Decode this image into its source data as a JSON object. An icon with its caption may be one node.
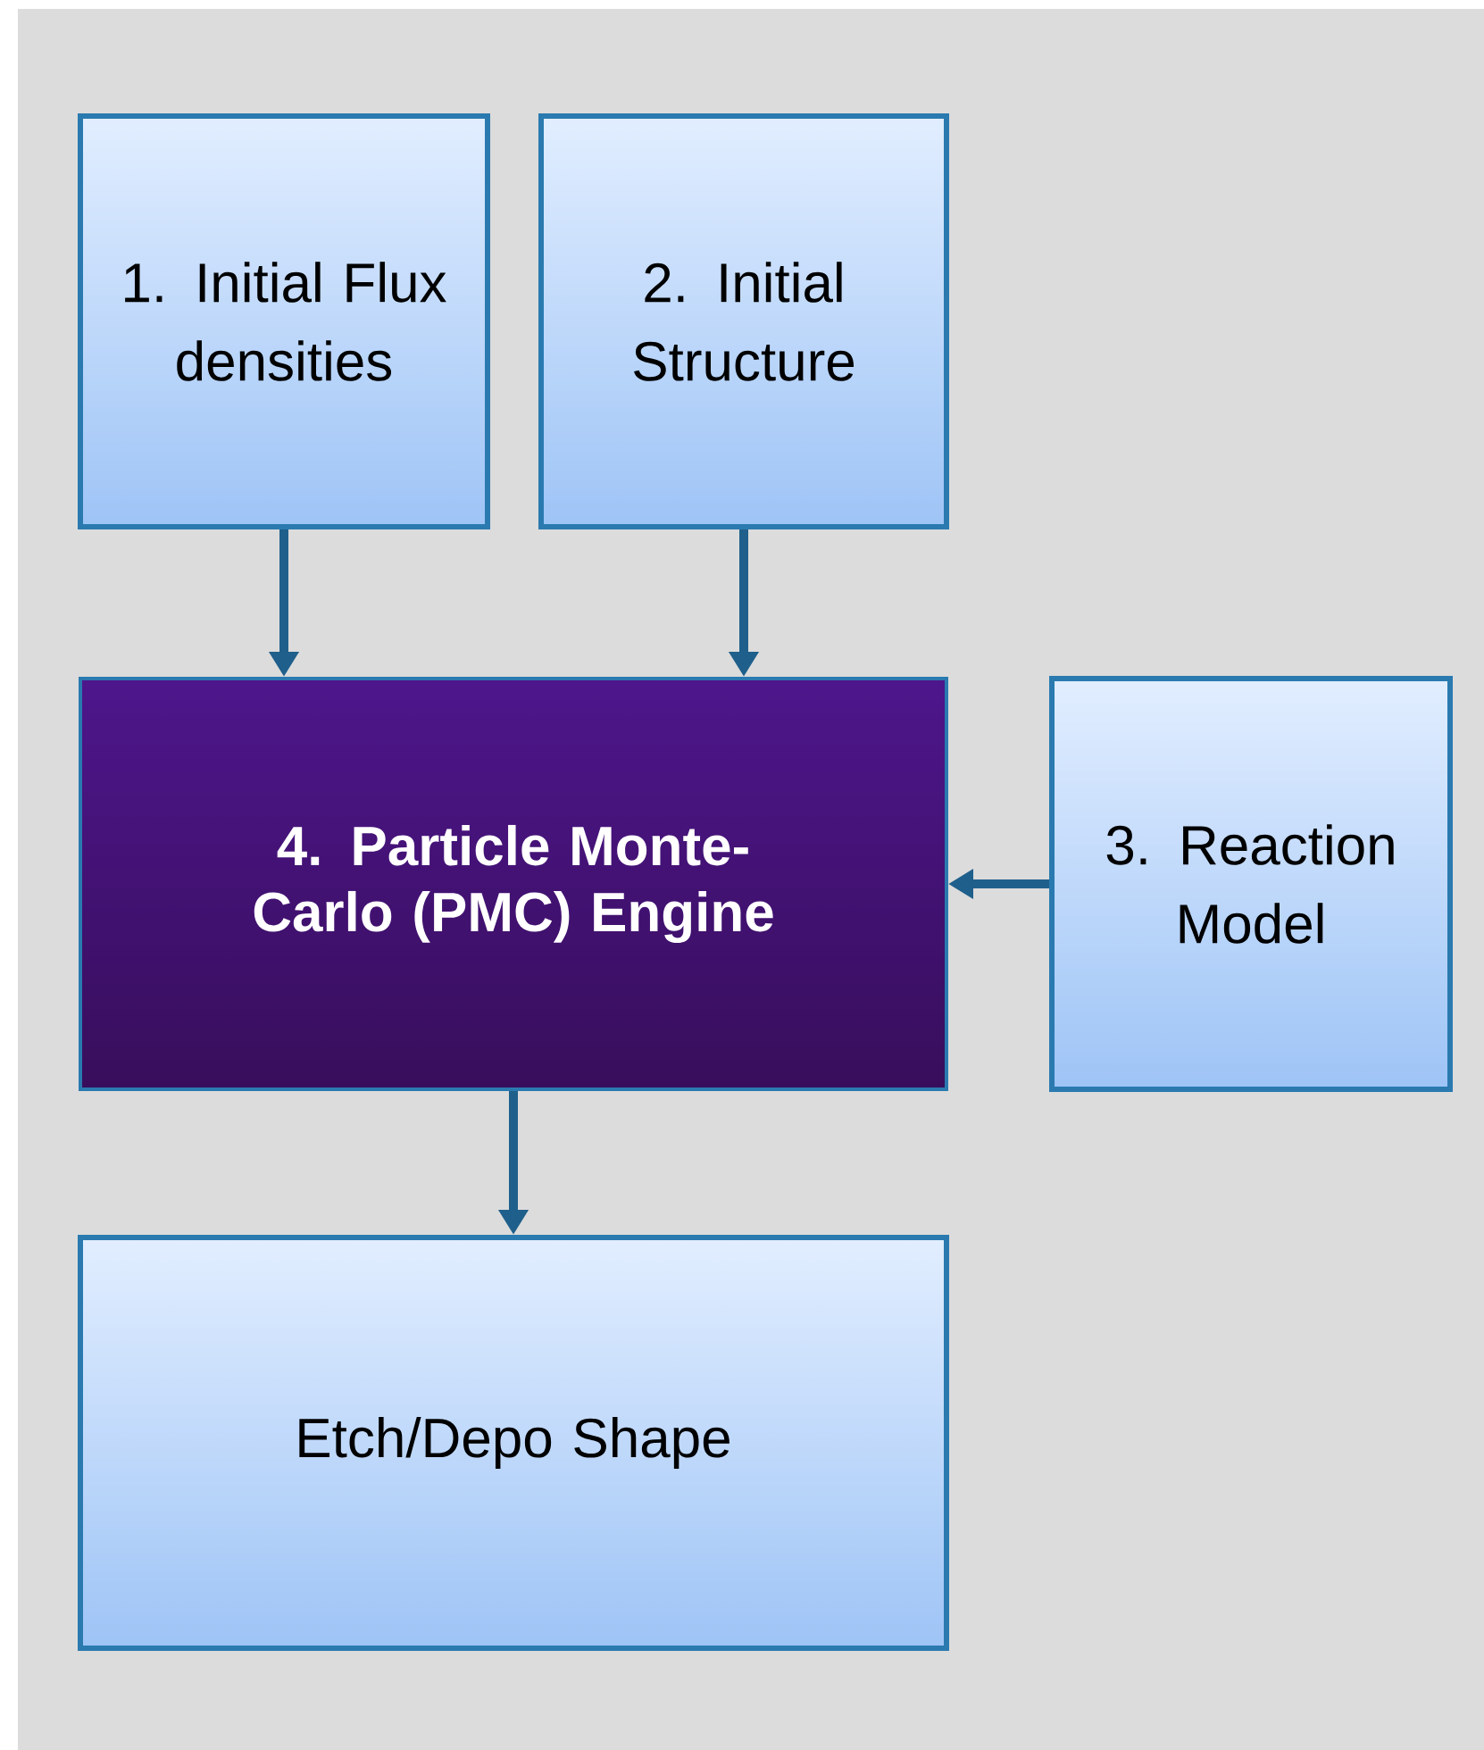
{
  "diagram": {
    "nodes": [
      {
        "text": [
          "1. Initial Flux densities"
        ]
      },
      {
        "text": [
          "2. Initial Structure"
        ]
      },
      {
        "text": [
          "4. Particle Monte-Carlo (PMC) Engine"
        ]
      },
      {
        "text": [
          "3. Reaction Model"
        ]
      },
      {
        "text": [
          "Etch/Depo Shape"
        ]
      }
    ],
    "edges": [
      {
        "from": 0,
        "to": 2,
        "arrow": "to"
      },
      {
        "from": 1,
        "to": 2,
        "arrow": "to"
      },
      {
        "from": 3,
        "to": 2,
        "arrow": "to"
      },
      {
        "from": 2,
        "to": 4,
        "arrow": "to"
      }
    ]
  }
}
